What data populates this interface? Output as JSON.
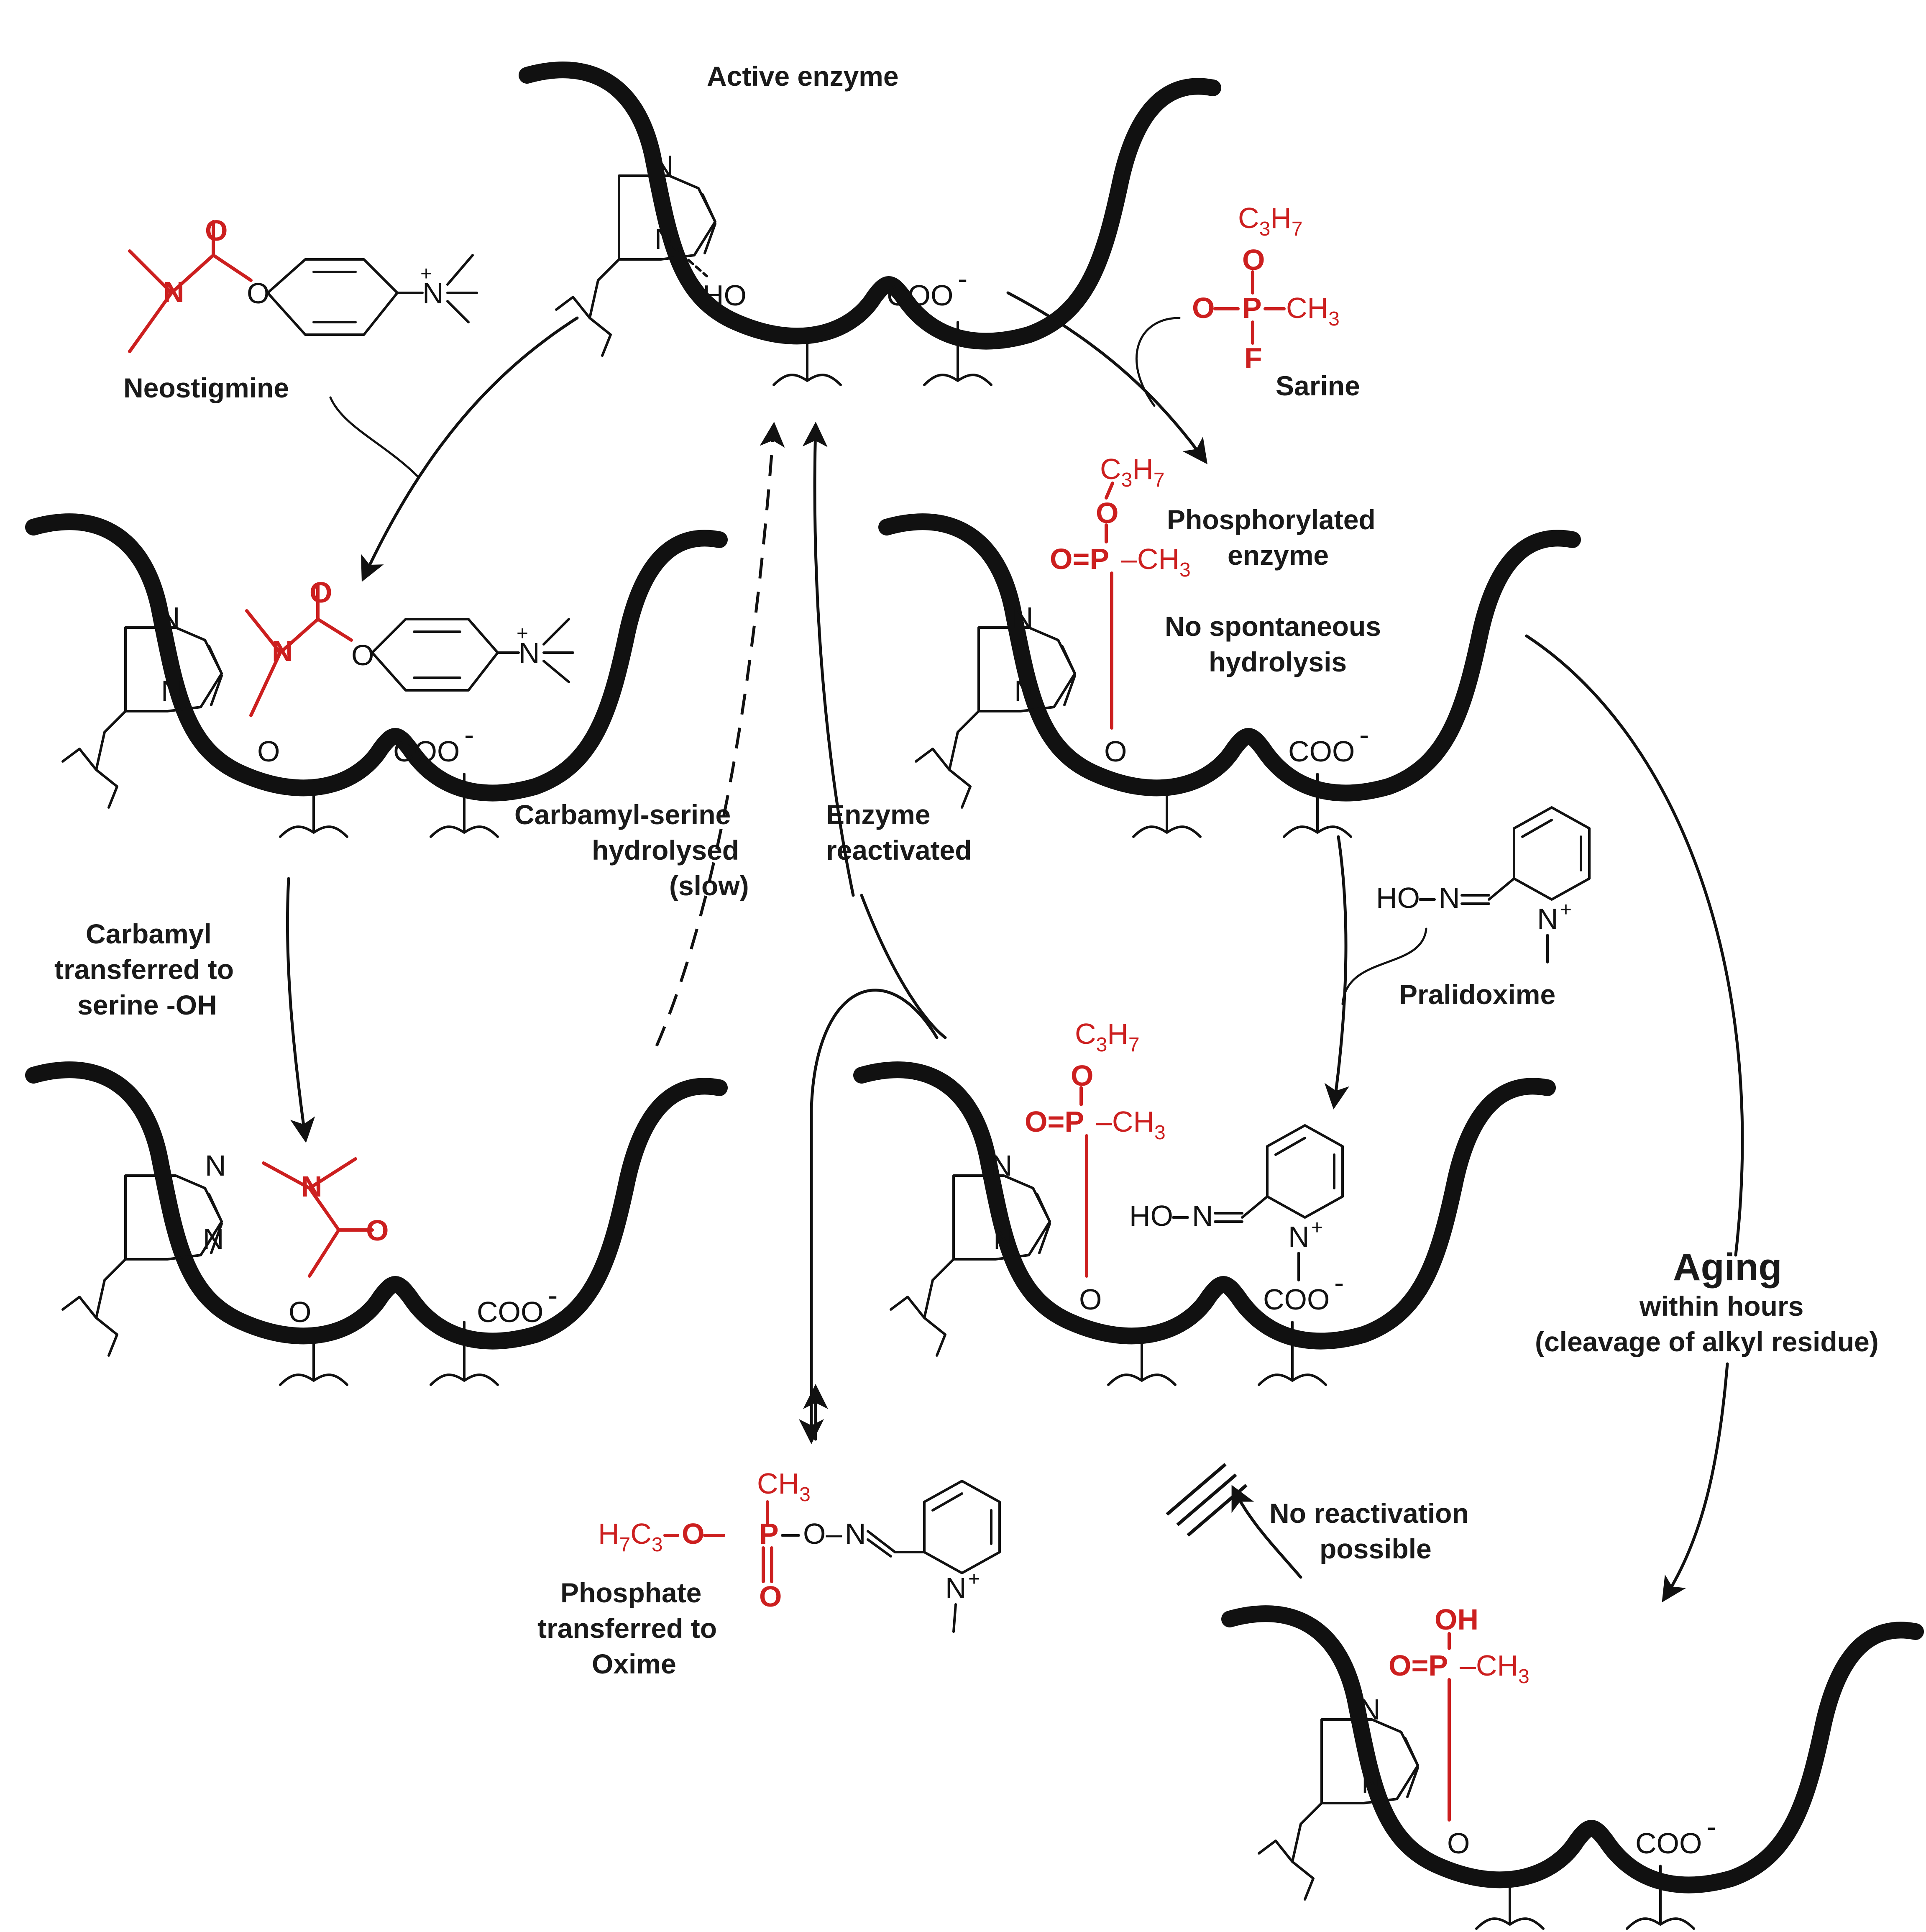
{
  "labels": {
    "active_enzyme": "Active enzyme",
    "neostigmine": "Neostigmine",
    "sarine": "Sarine",
    "phosphorylated_1": "Phosphorylated",
    "phosphorylated_2": "enzyme",
    "no_spont_1": "No spontaneous",
    "no_spont_2": "hydrolysis",
    "carbamyl_serine_1": "Carbamyl-serine",
    "carbamyl_serine_2": "hydrolysed",
    "carbamyl_serine_3": "(slow)",
    "enzyme_reactivated_1": "Enzyme",
    "enzyme_reactivated_2": "reactivated",
    "carbamyl_transfer_1": "Carbamyl",
    "carbamyl_transfer_2": "transferred to",
    "carbamyl_transfer_3": "serine -OH",
    "pralidoxime": "Pralidoxime",
    "aging_title": "Aging",
    "aging_line1": "within hours",
    "aging_line2": "(cleavage of alkyl residue)",
    "no_reactivation_1": "No reactivation",
    "no_reactivation_2": "possible",
    "phosphate_transfer_1": "Phosphate",
    "phosphate_transfer_2": "transferred to",
    "phosphate_transfer_3": "Oxime"
  },
  "chem": {
    "N": "N",
    "O": "O",
    "HO": "HO",
    "OH": "OH",
    "COO": "COO",
    "minus": "-",
    "plus": "+",
    "P": "P",
    "F": "F",
    "C": "C",
    "H": "H",
    "n3": "3",
    "n7": "7",
    "CH": "CH",
    "H7C3": "H",
    "HO_N": "HO",
    "O_eq": "O=P",
    "dash_CH3": "–CH",
    "O_dash": "O–",
    "N_eq": "N"
  },
  "colors": {
    "inhibitor_red": "#cc1f1f",
    "enzyme_black": "#111111"
  }
}
